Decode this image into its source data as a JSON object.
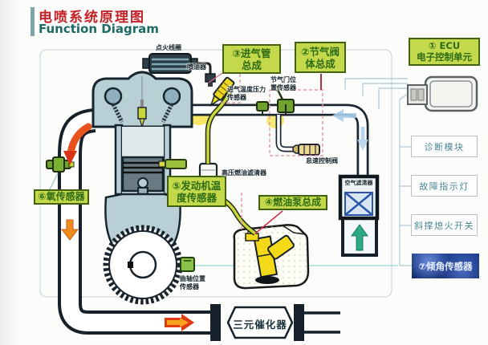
{
  "header": {
    "title": "电喷系统原理图",
    "subtitle": "Function Diagram"
  },
  "assembly_labels": {
    "ecu": "① ECU\n电子控制单元",
    "throttle_body": "②节气阀\n体总成",
    "intake_manifold": "③进气管\n总成",
    "fuel_pump": "④燃油泵总成",
    "engine_temp_sensor": "⑤发动机温\n度传感器",
    "oxygen_sensor": "⑥氧传感器"
  },
  "right_panel": {
    "items": [
      {
        "label": "诊断模块"
      },
      {
        "label": "故障指示灯"
      },
      {
        "label": "斜撑熄火开关"
      }
    ],
    "tilt_sensor": "⑦倾角传感器"
  },
  "part_labels": {
    "ignition_coil": "点火线圈",
    "injector": "喷油器",
    "intake_temp_pressure_sensor": "进气温度压力\n传感器",
    "throttle_position_sensor": "节气门位\n置传感器",
    "idle_control_valve": "怠速控制阀",
    "hp_fuel_filter": "高压燃油滤清器",
    "air_filter": "空气滤清器",
    "crank_position_sensor": "曲轴位置\n传感器",
    "catalytic_converter": "三元催化器"
  },
  "colors": {
    "title_red": "#c32127",
    "subtitle_teal": "#1d6a66",
    "label_box_green": "#c4d84b",
    "label_box_border": "#41610f",
    "label_box_text": "#2d6b15",
    "panel_box_text": "#4a8791",
    "tilt_box_blue": "#1a3a8e",
    "exhaust_arrow_orange": "#f08c1e",
    "exhaust_arrow_red": "#e03c14",
    "intake_arrow_blue": "#a8cce8",
    "air_arrow_green": "#2fa984",
    "fuel_yellow": "#f3d918",
    "engine_teal": "#b9cfd6"
  }
}
